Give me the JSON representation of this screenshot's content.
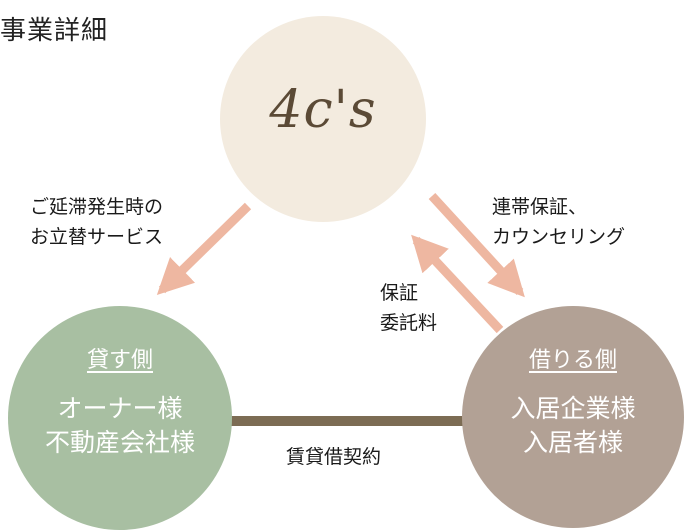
{
  "title": "事業詳細",
  "center": {
    "logo": "4c's"
  },
  "lender": {
    "role": "貸す側",
    "line1": "オーナー様",
    "line2": "不動産会社様"
  },
  "borrower": {
    "role": "借りる側",
    "line1": "入居企業様",
    "line2": "入居者様"
  },
  "flows": {
    "to_lender_line1": "ご延滞発生時の",
    "to_lender_line2": "お立替サービス",
    "to_borrower_line1": "連帯保証、",
    "to_borrower_line2": "カウンセリング",
    "from_borrower_line1": "保証",
    "from_borrower_line2": "委託料"
  },
  "contract": "賃貸借契約",
  "colors": {
    "center_circle": "#f3ebdf",
    "lender_circle": "#a8bfa2",
    "borrower_circle": "#b2a195",
    "arrow": "#eeb7a1",
    "contract_bar": "#7c6c54"
  }
}
